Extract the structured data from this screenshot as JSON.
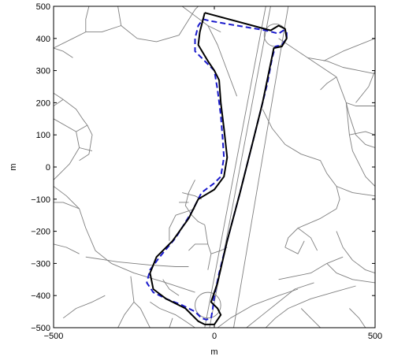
{
  "chart_data": {
    "type": "line",
    "title": "",
    "xlabel": "m",
    "ylabel": "m",
    "xlim": [
      -500,
      500
    ],
    "ylim": [
      -500,
      500
    ],
    "xticks": [
      -500,
      0,
      500
    ],
    "yticks": [
      -500,
      -400,
      -300,
      -200,
      -100,
      0,
      100,
      200,
      300,
      400,
      500
    ],
    "ytick_labels": [
      "−500",
      "−400",
      "−300",
      "−200",
      "−100",
      "0",
      "100",
      "200",
      "300",
      "400",
      "500"
    ],
    "xtick_labels": [
      "−500",
      "0",
      "500"
    ],
    "grid": false,
    "colors": {
      "road_network": "#7f7f7f",
      "reference_path": "#000000",
      "estimated_path": "#1a1acc"
    },
    "road_network": [
      [
        [
          -300,
          500
        ],
        [
          -290,
          440
        ],
        [
          -240,
          400
        ],
        [
          -180,
          390
        ],
        [
          -110,
          410
        ],
        [
          -60,
          490
        ],
        [
          -50,
          500
        ]
      ],
      [
        [
          -500,
          370
        ],
        [
          -440,
          400
        ],
        [
          -400,
          420
        ],
        [
          -350,
          420
        ],
        [
          -290,
          440
        ]
      ],
      [
        [
          -390,
          500
        ],
        [
          -400,
          460
        ],
        [
          -400,
          420
        ]
      ],
      [
        [
          -500,
          150
        ],
        [
          -430,
          110
        ],
        [
          -420,
          60
        ],
        [
          -450,
          10
        ],
        [
          -480,
          -20
        ],
        [
          -500,
          -40
        ]
      ],
      [
        [
          -430,
          110
        ],
        [
          -395,
          130
        ],
        [
          -380,
          100
        ],
        [
          -390,
          40
        ],
        [
          -420,
          20
        ]
      ],
      [
        [
          -420,
          60
        ],
        [
          -380,
          50
        ]
      ],
      [
        [
          -500,
          230
        ],
        [
          -470,
          210
        ],
        [
          -430,
          180
        ],
        [
          -410,
          150
        ],
        [
          -395,
          130
        ]
      ],
      [
        [
          -470,
          210
        ],
        [
          -500,
          190
        ]
      ],
      [
        [
          160,
          500
        ],
        [
          -30,
          -500
        ]
      ],
      [
        [
          175,
          500
        ],
        [
          -15,
          -500
        ]
      ],
      [
        [
          230,
          500
        ],
        [
          60,
          -500
        ]
      ],
      [
        [
          -500,
          370
        ],
        [
          -470,
          360
        ],
        [
          -440,
          340
        ]
      ],
      [
        [
          200,
          400
        ],
        [
          290,
          340
        ],
        [
          380,
          280
        ],
        [
          410,
          200
        ],
        [
          420,
          100
        ],
        [
          430,
          50
        ],
        [
          470,
          -30
        ],
        [
          500,
          -60
        ]
      ],
      [
        [
          290,
          340
        ],
        [
          350,
          330
        ],
        [
          400,
          310
        ],
        [
          450,
          300
        ],
        [
          500,
          290
        ]
      ],
      [
        [
          340,
          330
        ],
        [
          400,
          360
        ],
        [
          500,
          400
        ]
      ],
      [
        [
          500,
          190
        ],
        [
          440,
          190
        ],
        [
          410,
          200
        ]
      ],
      [
        [
          500,
          100
        ],
        [
          470,
          110
        ],
        [
          420,
          100
        ]
      ],
      [
        [
          500,
          300
        ],
        [
          480,
          250
        ],
        [
          440,
          200
        ]
      ],
      [
        [
          350,
          -20
        ],
        [
          380,
          -60
        ],
        [
          390,
          -100
        ],
        [
          380,
          -130
        ],
        [
          330,
          -160
        ],
        [
          260,
          -190
        ],
        [
          230,
          -220
        ],
        [
          220,
          -250
        ]
      ],
      [
        [
          410,
          200
        ],
        [
          420,
          160
        ],
        [
          440,
          100
        ],
        [
          470,
          70
        ],
        [
          500,
          60
        ]
      ],
      [
        [
          380,
          -60
        ],
        [
          430,
          -80
        ],
        [
          500,
          -90
        ]
      ],
      [
        [
          -500,
          -60
        ],
        [
          -460,
          -90
        ],
        [
          -420,
          -130
        ],
        [
          -400,
          -190
        ],
        [
          -370,
          -260
        ],
        [
          -320,
          -300
        ],
        [
          -250,
          -330
        ],
        [
          -150,
          -360
        ],
        [
          -60,
          -390
        ]
      ],
      [
        [
          -420,
          -130
        ],
        [
          -470,
          -110
        ],
        [
          -500,
          -110
        ]
      ],
      [
        [
          -400,
          -280
        ],
        [
          -300,
          -295
        ],
        [
          -200,
          -305
        ],
        [
          -120,
          -310
        ],
        [
          -80,
          -310
        ]
      ],
      [
        [
          -60,
          -40
        ],
        [
          -80,
          -80
        ],
        [
          -90,
          -120
        ],
        [
          -70,
          -150
        ],
        [
          -50,
          -170
        ],
        [
          -30,
          -180
        ]
      ],
      [
        [
          -100,
          -80
        ],
        [
          -60,
          -90
        ],
        [
          -40,
          -100
        ]
      ],
      [
        [
          -60,
          -130
        ],
        [
          -120,
          -150
        ],
        [
          -140,
          -190
        ],
        [
          -140,
          -230
        ]
      ],
      [
        [
          -80,
          -110
        ],
        [
          -110,
          -110
        ]
      ],
      [
        [
          -30,
          -180
        ],
        [
          -20,
          -240
        ],
        [
          -10,
          -270
        ],
        [
          -20,
          -320
        ]
      ],
      [
        [
          -20,
          -240
        ],
        [
          -60,
          -240
        ],
        [
          -80,
          -260
        ]
      ],
      [
        [
          -10,
          -270
        ],
        [
          20,
          -260
        ],
        [
          40,
          -250
        ]
      ],
      [
        [
          -200,
          -420
        ],
        [
          -170,
          -440
        ],
        [
          -120,
          -460
        ],
        [
          -90,
          -480
        ],
        [
          -60,
          -500
        ]
      ],
      [
        [
          -230,
          -440
        ],
        [
          -210,
          -480
        ],
        [
          -200,
          -500
        ]
      ],
      [
        [
          -130,
          -470
        ],
        [
          -140,
          -500
        ]
      ],
      [
        [
          10,
          -500
        ],
        [
          50,
          -470
        ],
        [
          120,
          -430
        ],
        [
          200,
          -400
        ],
        [
          260,
          -380
        ]
      ],
      [
        [
          100,
          -500
        ],
        [
          150,
          -460
        ],
        [
          200,
          -420
        ],
        [
          250,
          -380
        ],
        [
          310,
          -360
        ]
      ],
      [
        [
          160,
          -500
        ],
        [
          190,
          -470
        ],
        [
          230,
          -440
        ],
        [
          300,
          -410
        ],
        [
          370,
          -390
        ],
        [
          440,
          -370
        ]
      ],
      [
        [
          200,
          -350
        ],
        [
          250,
          -340
        ],
        [
          300,
          -330
        ],
        [
          350,
          -300
        ],
        [
          400,
          -280
        ]
      ],
      [
        [
          350,
          -300
        ],
        [
          380,
          -330
        ],
        [
          430,
          -350
        ],
        [
          500,
          -360
        ]
      ],
      [
        [
          270,
          -440
        ],
        [
          300,
          -470
        ],
        [
          330,
          -500
        ]
      ],
      [
        [
          380,
          -200
        ],
        [
          400,
          -250
        ],
        [
          430,
          -290
        ],
        [
          470,
          -320
        ],
        [
          500,
          -330
        ]
      ],
      [
        [
          420,
          -440
        ],
        [
          450,
          -470
        ],
        [
          470,
          -500
        ]
      ],
      [
        [
          220,
          -250
        ],
        [
          260,
          -270
        ],
        [
          280,
          -230
        ]
      ],
      [
        [
          260,
          -190
        ],
        [
          300,
          -220
        ],
        [
          320,
          -260
        ]
      ],
      [
        [
          380,
          280
        ],
        [
          350,
          260
        ],
        [
          330,
          240
        ]
      ],
      [
        [
          -260,
          -340
        ],
        [
          -250,
          -420
        ],
        [
          -230,
          -440
        ]
      ],
      [
        [
          -300,
          -500
        ],
        [
          -280,
          -460
        ],
        [
          -250,
          -420
        ]
      ],
      [
        [
          -470,
          -470
        ],
        [
          -430,
          -440
        ],
        [
          -380,
          -420
        ],
        [
          -340,
          -400
        ]
      ],
      [
        [
          -160,
          -350
        ],
        [
          -140,
          -380
        ],
        [
          -110,
          -400
        ]
      ],
      [
        [
          -100,
          500
        ],
        [
          -60,
          470
        ],
        [
          -20,
          440
        ],
        [
          20,
          420
        ]
      ],
      [
        [
          -20,
          440
        ],
        [
          10,
          380
        ],
        [
          40,
          300
        ],
        [
          70,
          220
        ]
      ],
      [
        [
          -500,
          -240
        ],
        [
          -460,
          -250
        ],
        [
          -420,
          -270
        ]
      ],
      [
        [
          150,
          180
        ],
        [
          180,
          120
        ],
        [
          220,
          70
        ],
        [
          270,
          40
        ],
        [
          330,
          20
        ],
        [
          350,
          -20
        ]
      ]
    ],
    "reference_path": [
      [
        -30,
        480
      ],
      [
        175,
        425
      ],
      [
        200,
        440
      ],
      [
        220,
        430
      ],
      [
        225,
        400
      ],
      [
        210,
        375
      ],
      [
        185,
        370
      ],
      [
        150,
        200
      ],
      [
        120,
        80
      ],
      [
        80,
        -80
      ],
      [
        40,
        -230
      ],
      [
        10,
        -360
      ],
      [
        -10,
        -420
      ],
      [
        10,
        -440
      ],
      [
        20,
        -460
      ],
      [
        0,
        -490
      ],
      [
        -30,
        -490
      ],
      [
        -50,
        -480
      ],
      [
        -90,
        -440
      ],
      [
        -150,
        -410
      ],
      [
        -190,
        -380
      ],
      [
        -200,
        -330
      ],
      [
        -180,
        -280
      ],
      [
        -130,
        -230
      ],
      [
        -80,
        -160
      ],
      [
        -50,
        -100
      ],
      [
        0,
        -70
      ],
      [
        30,
        -30
      ],
      [
        40,
        30
      ],
      [
        30,
        120
      ],
      [
        20,
        200
      ],
      [
        15,
        270
      ],
      [
        0,
        300
      ],
      [
        -20,
        330
      ],
      [
        -50,
        380
      ],
      [
        -45,
        420
      ],
      [
        -30,
        480
      ]
    ],
    "estimated_path": [
      [
        -35,
        460
      ],
      [
        -15,
        455
      ],
      [
        40,
        445
      ],
      [
        100,
        435
      ],
      [
        160,
        425
      ],
      [
        200,
        415
      ],
      [
        215,
        425
      ],
      [
        225,
        420
      ],
      [
        225,
        400
      ],
      [
        210,
        380
      ],
      [
        190,
        375
      ],
      [
        180,
        340
      ],
      [
        165,
        260
      ],
      [
        145,
        180
      ],
      [
        120,
        80
      ],
      [
        80,
        -80
      ],
      [
        40,
        -230
      ],
      [
        15,
        -330
      ],
      [
        0,
        -400
      ],
      [
        -5,
        -440
      ],
      [
        -10,
        -470
      ],
      [
        -25,
        -475
      ],
      [
        -40,
        -470
      ],
      [
        -60,
        -450
      ],
      [
        -100,
        -430
      ],
      [
        -150,
        -410
      ],
      [
        -190,
        -390
      ],
      [
        -210,
        -360
      ],
      [
        -200,
        -320
      ],
      [
        -170,
        -280
      ],
      [
        -120,
        -220
      ],
      [
        -70,
        -140
      ],
      [
        -40,
        -80
      ],
      [
        0,
        -50
      ],
      [
        20,
        -30
      ],
      [
        30,
        30
      ],
      [
        25,
        100
      ],
      [
        20,
        160
      ],
      [
        10,
        240
      ],
      [
        0,
        300
      ],
      [
        -30,
        330
      ],
      [
        -60,
        360
      ],
      [
        -60,
        400
      ],
      [
        -50,
        440
      ],
      [
        -35,
        460
      ]
    ],
    "roundabouts": [
      {
        "cx": 190,
        "cy": 410,
        "r": 35
      },
      {
        "cx": -20,
        "cy": -430,
        "r": 40
      }
    ]
  }
}
